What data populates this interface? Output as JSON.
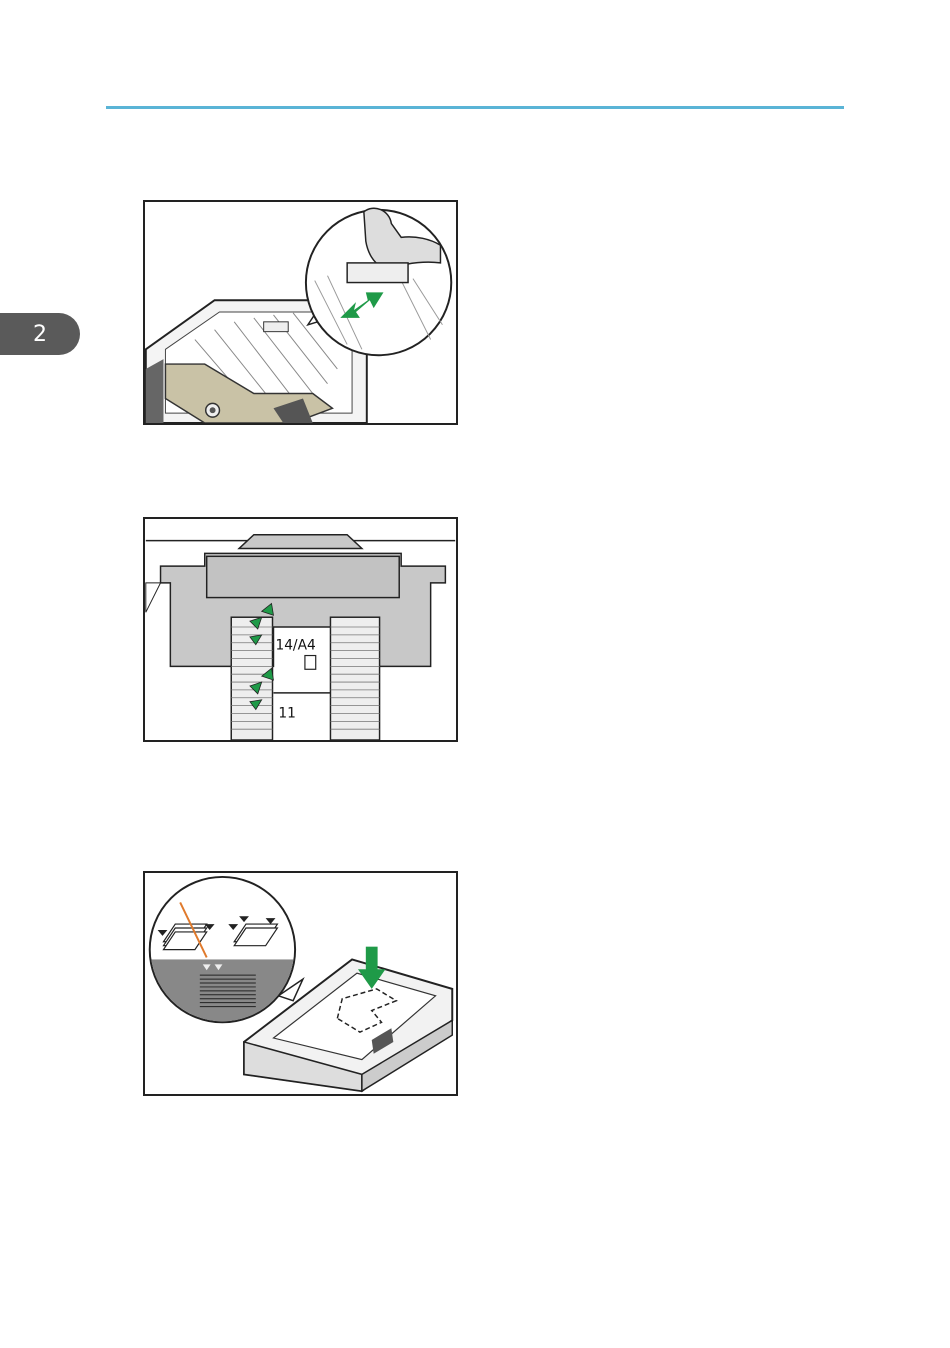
{
  "page": {
    "chapter_number": "2",
    "colors": {
      "header_rule": "#5ab4d6",
      "chapter_tab": "#5a5a5a",
      "arrow_green": "#1f9a48",
      "tray_beige": "#c9c2a6"
    }
  },
  "figures": [
    {
      "id": "fig1",
      "icons": [
        "paper-tray-icon",
        "hand-icon",
        "double-arrow-icon"
      ]
    },
    {
      "id": "fig2",
      "labels": {
        "size_primary": "14/A4",
        "size_secondary": "11"
      },
      "icons": [
        "click-icon",
        "paper-orientation-icon"
      ]
    },
    {
      "id": "fig3",
      "icons": [
        "paper-stack-icon",
        "down-arrow-icon",
        "limit-mark-icon"
      ]
    }
  ]
}
